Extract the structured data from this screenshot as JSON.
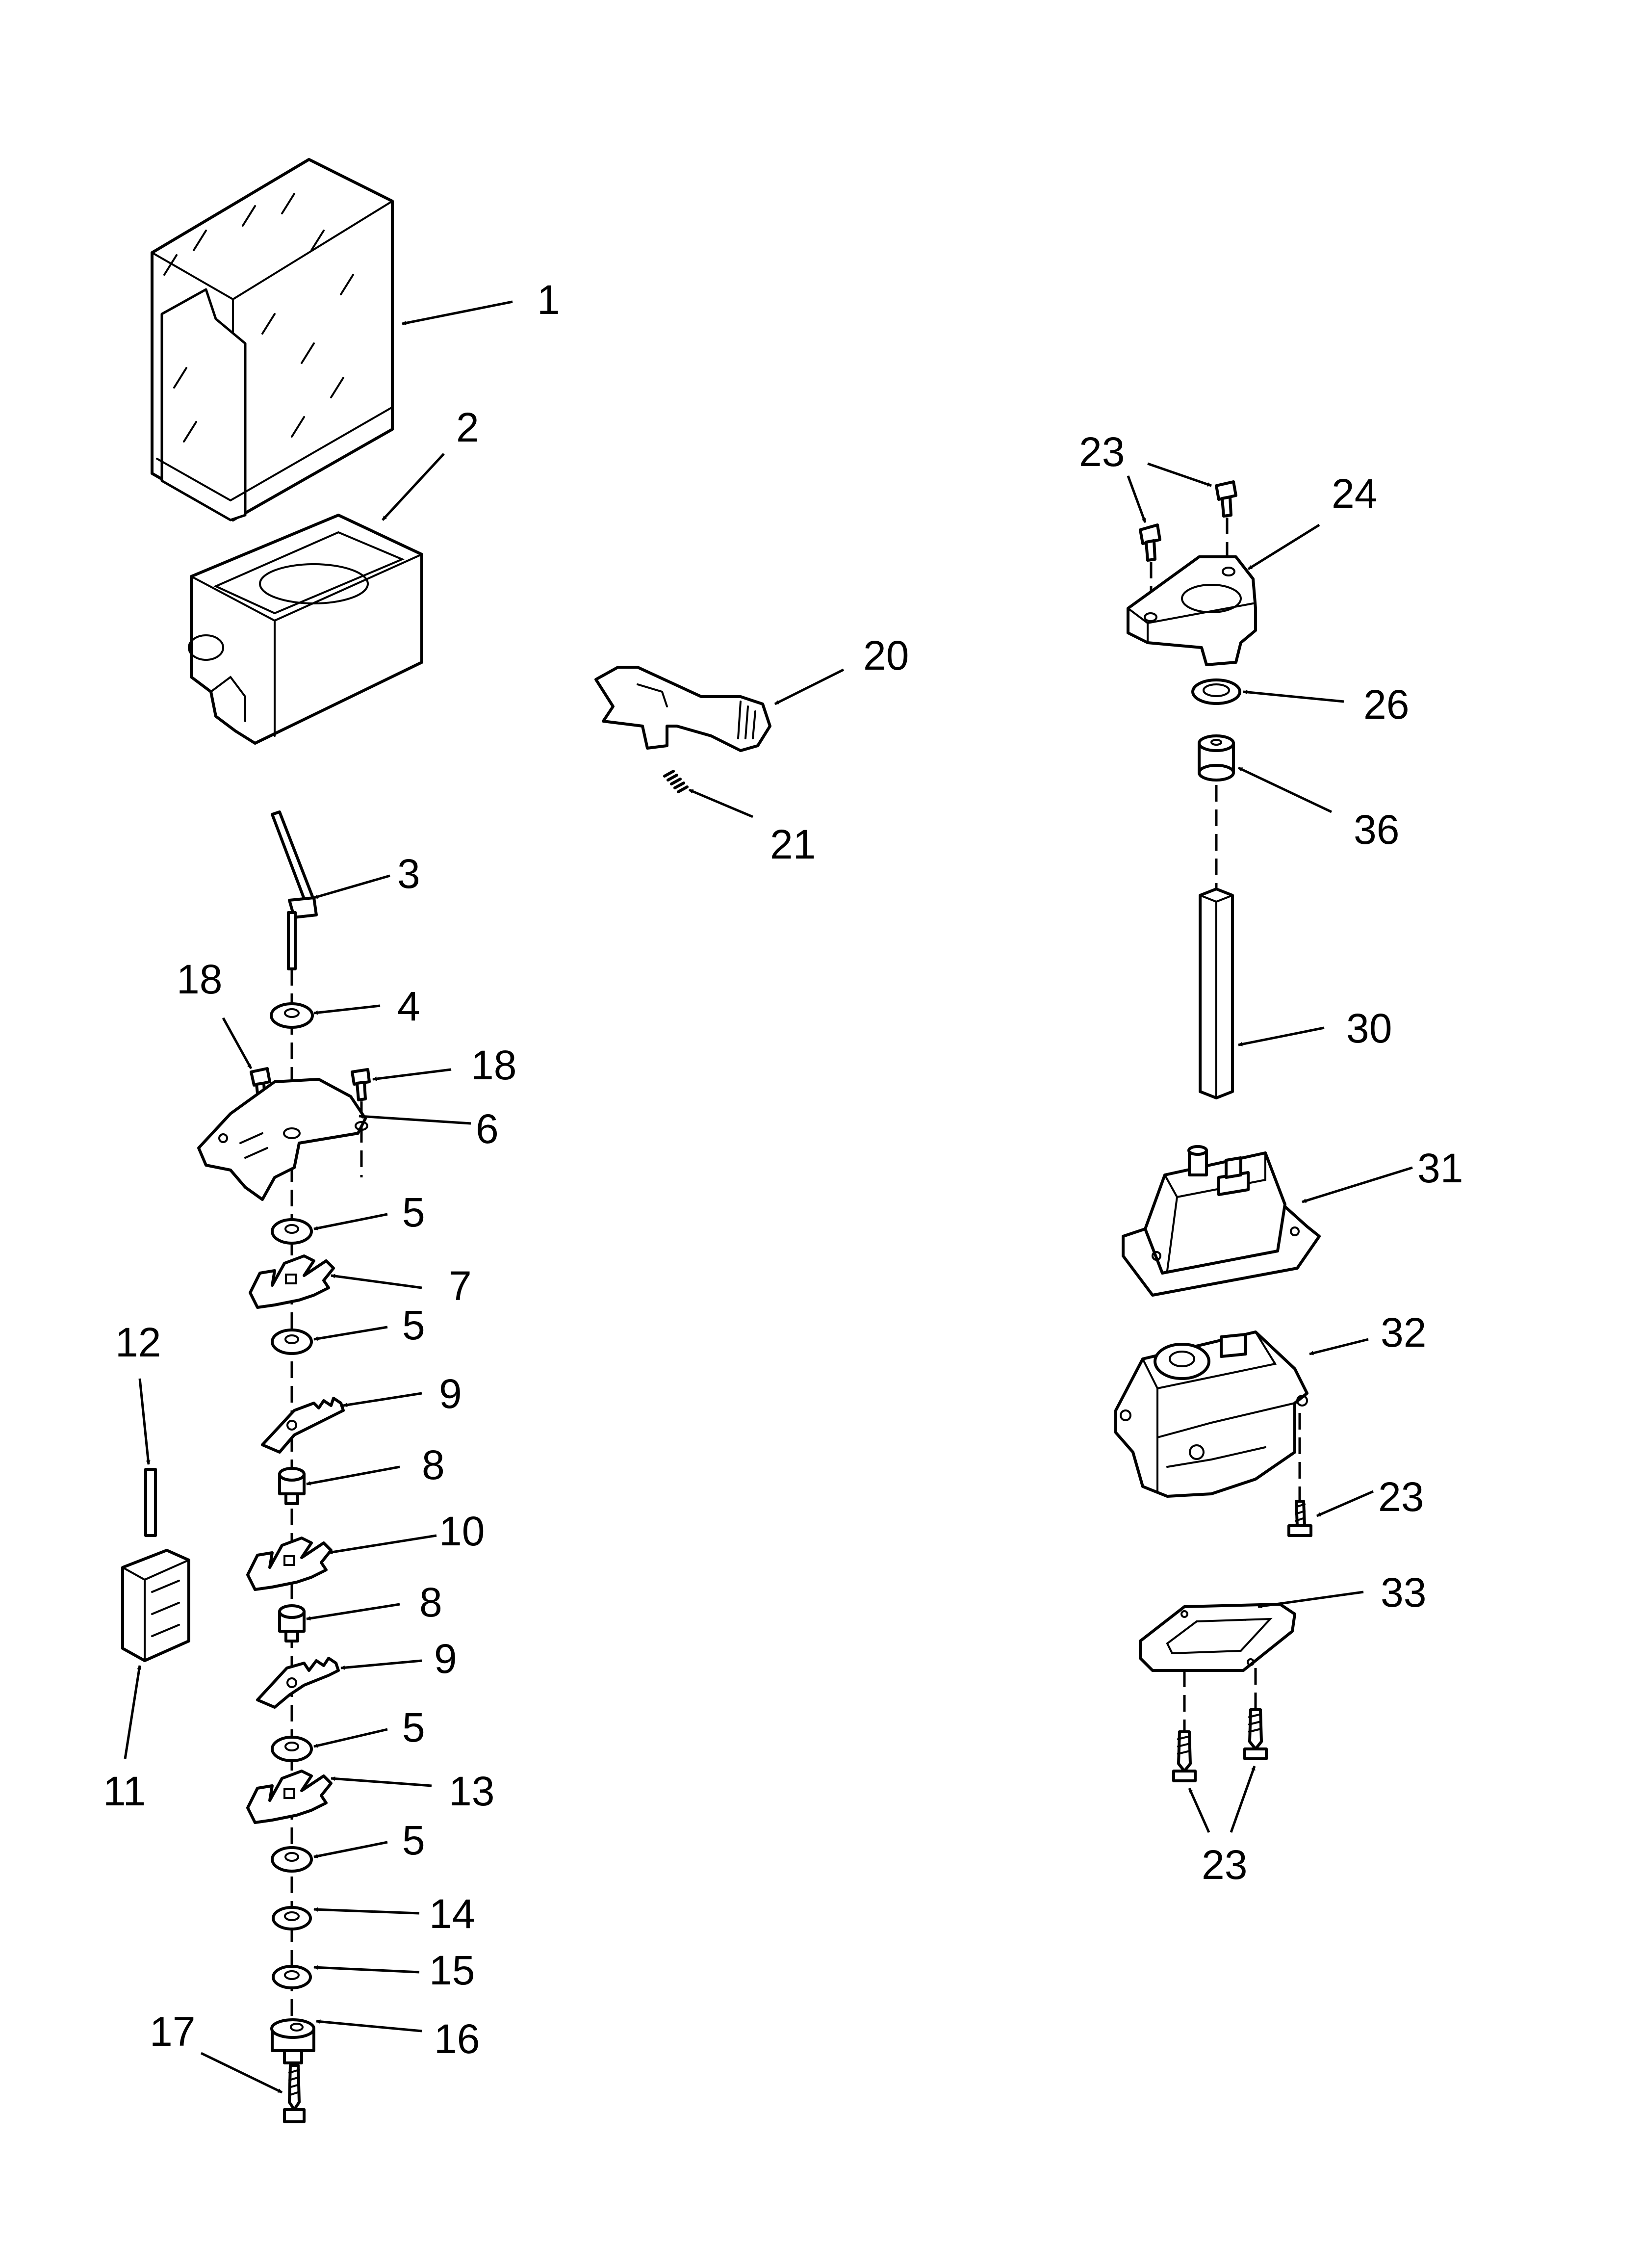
{
  "callouts": [
    {
      "id": "1",
      "text": "1"
    },
    {
      "id": "2",
      "text": "2"
    },
    {
      "id": "3",
      "text": "3"
    },
    {
      "id": "4",
      "text": "4"
    },
    {
      "id": "18a",
      "text": "18"
    },
    {
      "id": "18b",
      "text": "18"
    },
    {
      "id": "6",
      "text": "6"
    },
    {
      "id": "5a",
      "text": "5"
    },
    {
      "id": "7",
      "text": "7"
    },
    {
      "id": "5b",
      "text": "5"
    },
    {
      "id": "9a",
      "text": "9"
    },
    {
      "id": "8a",
      "text": "8"
    },
    {
      "id": "10",
      "text": "10"
    },
    {
      "id": "8b",
      "text": "8"
    },
    {
      "id": "9b",
      "text": "9"
    },
    {
      "id": "5c",
      "text": "5"
    },
    {
      "id": "13",
      "text": "13"
    },
    {
      "id": "5d",
      "text": "5"
    },
    {
      "id": "14",
      "text": "14"
    },
    {
      "id": "15",
      "text": "15"
    },
    {
      "id": "16",
      "text": "16"
    },
    {
      "id": "17",
      "text": "17"
    },
    {
      "id": "12",
      "text": "12"
    },
    {
      "id": "11",
      "text": "11"
    },
    {
      "id": "20",
      "text": "20"
    },
    {
      "id": "21",
      "text": "21"
    },
    {
      "id": "23a",
      "text": "23"
    },
    {
      "id": "24",
      "text": "24"
    },
    {
      "id": "26",
      "text": "26"
    },
    {
      "id": "36",
      "text": "36"
    },
    {
      "id": "30",
      "text": "30"
    },
    {
      "id": "31",
      "text": "31"
    },
    {
      "id": "32",
      "text": "32"
    },
    {
      "id": "23b",
      "text": "23"
    },
    {
      "id": "33",
      "text": "33"
    },
    {
      "id": "23c",
      "text": "23"
    }
  ]
}
